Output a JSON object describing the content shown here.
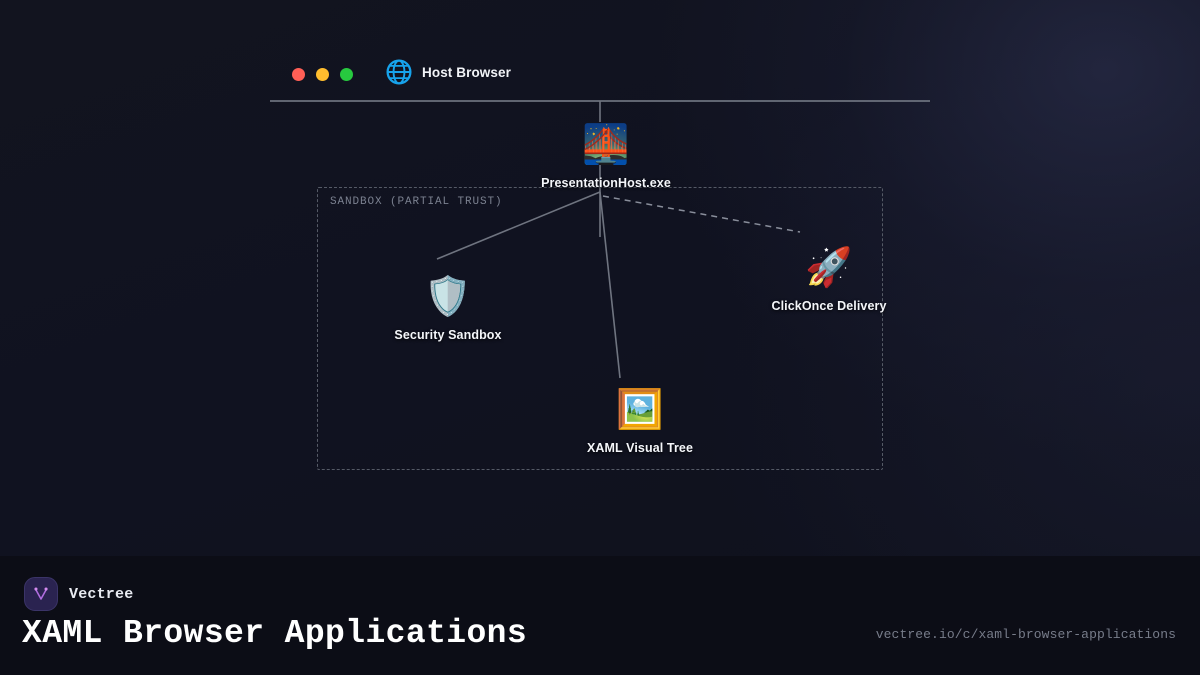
{
  "browser_chrome": {
    "title": "Host Browser",
    "icon": "globe-icon",
    "traffic_lights": [
      {
        "name": "close",
        "color": "#ff5f56"
      },
      {
        "name": "minimize",
        "color": "#ffbd2e"
      },
      {
        "name": "maximize",
        "color": "#27c93f"
      }
    ]
  },
  "diagram": {
    "boundary_label": "SANDBOX (PARTIAL TRUST)",
    "nodes": [
      {
        "id": "host",
        "label": "PresentationHost.exe",
        "icon": "bridge-at-night-emoji",
        "glyph": "🌉"
      },
      {
        "id": "shield",
        "label": "Security Sandbox",
        "icon": "shield-emoji",
        "glyph": "🛡️"
      },
      {
        "id": "rocket",
        "label": "ClickOnce Delivery",
        "icon": "rocket-emoji",
        "glyph": "🚀"
      },
      {
        "id": "picture",
        "label": "XAML Visual Tree",
        "icon": "framed-picture-emoji",
        "glyph": "🖼️"
      }
    ],
    "edges": [
      {
        "from": "browser",
        "to": "host",
        "style": "solid"
      },
      {
        "from": "host",
        "to": "shield",
        "style": "solid"
      },
      {
        "from": "host",
        "to": "picture",
        "style": "solid"
      },
      {
        "from": "host",
        "to": "rocket",
        "style": "dashed"
      }
    ]
  },
  "footer": {
    "brand": "Vectree",
    "logo": "vectree-v-logo",
    "title": "XAML Browser Applications",
    "url": "vectree.io/c/xaml-browser-applications"
  },
  "colors": {
    "background": "#11131f",
    "footer_background": "#0c0d16",
    "edge": "#6f7480",
    "boundary": "#555a66",
    "accent": "#b06de0"
  }
}
